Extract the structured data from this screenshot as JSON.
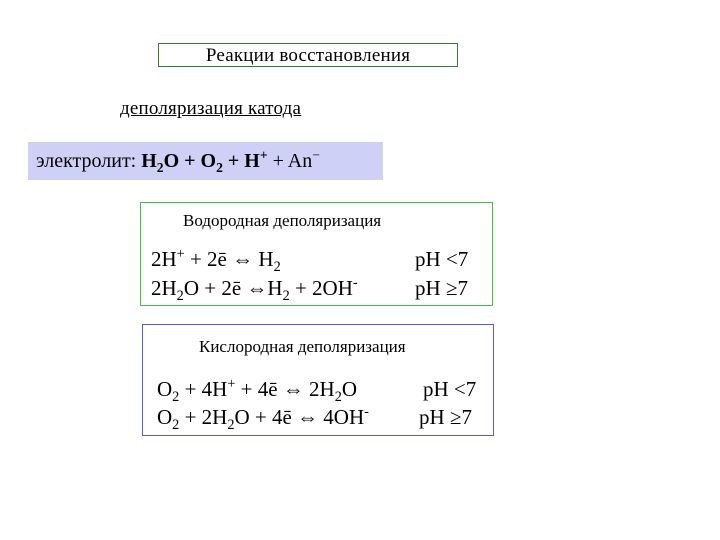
{
  "title": "Реакции восстановления",
  "subtitle": "деполяризация катода",
  "electrolyte": {
    "label": "электролит: ",
    "h": "H",
    "h_sub": "2",
    "o_plus": "O + O",
    "o_sub": "2",
    "plus_h": " + H",
    "h_sup": "+",
    "an": " + An",
    "an_sup": "−"
  },
  "hydrogen": {
    "title": "Водородная деполяризация",
    "eq1": {
      "a": "2H",
      "a_sup": "+",
      "b": " + 2ē ⇔ H",
      "b_sub": "2"
    },
    "eq2": {
      "a": "2H",
      "a_sub": "2",
      "b": "O + 2ē ⇔H",
      "b_sub": "2",
      "c": " + 2OH",
      "c_sup": "-"
    },
    "ph1": "pH <7",
    "ph2": "pH ≥7"
  },
  "oxygen": {
    "title": "Кислородная деполяризация",
    "eq1": {
      "a": "O",
      "a_sub": "2",
      "b": " + 4H",
      "b_sup": "+",
      "c": " + 4ē ⇔ 2H",
      "c_sub": "2",
      "d": "O"
    },
    "eq2": {
      "a": "O",
      "a_sub": "2",
      "b": " + 2H",
      "b_sub": "2",
      "c": "O + 4ē ⇔ 4OH",
      "c_sup": "-"
    },
    "ph1": "pH <7",
    "ph2": "pH ≥7"
  },
  "colors": {
    "electrolyte_bg": "#cfd0f5",
    "title_border": "#2e7d32",
    "hydrogen_border": "#40c040",
    "oxygen_border": "#5a5adf"
  }
}
